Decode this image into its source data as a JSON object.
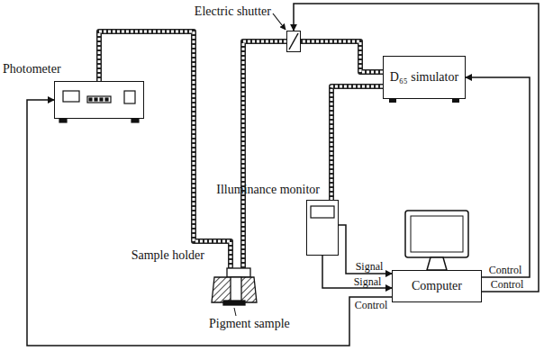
{
  "diagram": {
    "nodes": [
      {
        "text": [
          "Electric shutter"
        ]
      },
      {
        "text": [
          "Photometer"
        ]
      },
      {
        "text": [
          "D₆₅ simulator"
        ]
      },
      {
        "text": [
          "Illuminance monitor"
        ]
      },
      {
        "text": [
          "Sample holder"
        ]
      },
      {
        "text": [
          "Computer"
        ]
      }
    ],
    "edges": [
      {
        "from": 2,
        "to": 0,
        "arrow": "none"
      },
      {
        "from": 0,
        "to": 4,
        "arrow": "none"
      },
      {
        "from": 2,
        "to": 3,
        "arrow": "none"
      },
      {
        "from": 1,
        "to": 4,
        "arrow": "none"
      },
      {
        "from": 3,
        "to": 5,
        "label": "Signal",
        "arrow": "to"
      },
      {
        "from": 3,
        "to": 5,
        "label": "Signal",
        "arrow": "to"
      },
      {
        "from": 5,
        "to": 1,
        "label": "Control",
        "arrow": "to"
      },
      {
        "from": 5,
        "to": 0,
        "label": "Control",
        "arrow": "to"
      },
      {
        "from": 5,
        "to": 2,
        "label": "Control",
        "arrow": "to"
      }
    ],
    "labels": [
      "Pigment sample"
    ]
  }
}
